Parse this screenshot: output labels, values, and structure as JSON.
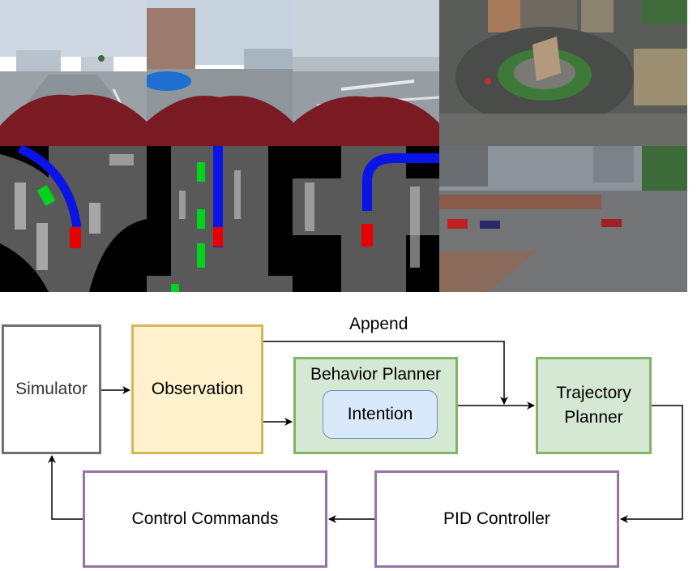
{
  "nodes": {
    "simulator": "Simulator",
    "observation": "Observation",
    "behavior_planner": "Behavior Planner",
    "intention": "Intention",
    "trajectory_planner_line1": "Trajectory",
    "trajectory_planner_line2": "Planner",
    "pid_controller": "PID Controller",
    "control_commands": "Control Commands"
  },
  "edges": {
    "append_label": "Append"
  },
  "colors": {
    "simulator_border": "#707070",
    "observation_fill": "#fff2cc",
    "observation_border": "#d6b656",
    "planner_fill": "#d5e8d4",
    "planner_border": "#82b366",
    "intention_fill": "#dae8fc",
    "intention_border": "#6c8ebf",
    "controller_border": "#9673a6",
    "route_blue": "#0a14e6",
    "agent_red": "#e60000",
    "vehicle_green": "#00d21e"
  },
  "images": {
    "camera_views": [
      "front-camera-view-1",
      "front-camera-view-2",
      "front-camera-view-3"
    ],
    "birdseye_views": [
      "birdseye-map-1",
      "birdseye-map-2",
      "birdseye-map-3"
    ],
    "scene_renders": [
      "roundabout-render",
      "intersection-render"
    ]
  }
}
